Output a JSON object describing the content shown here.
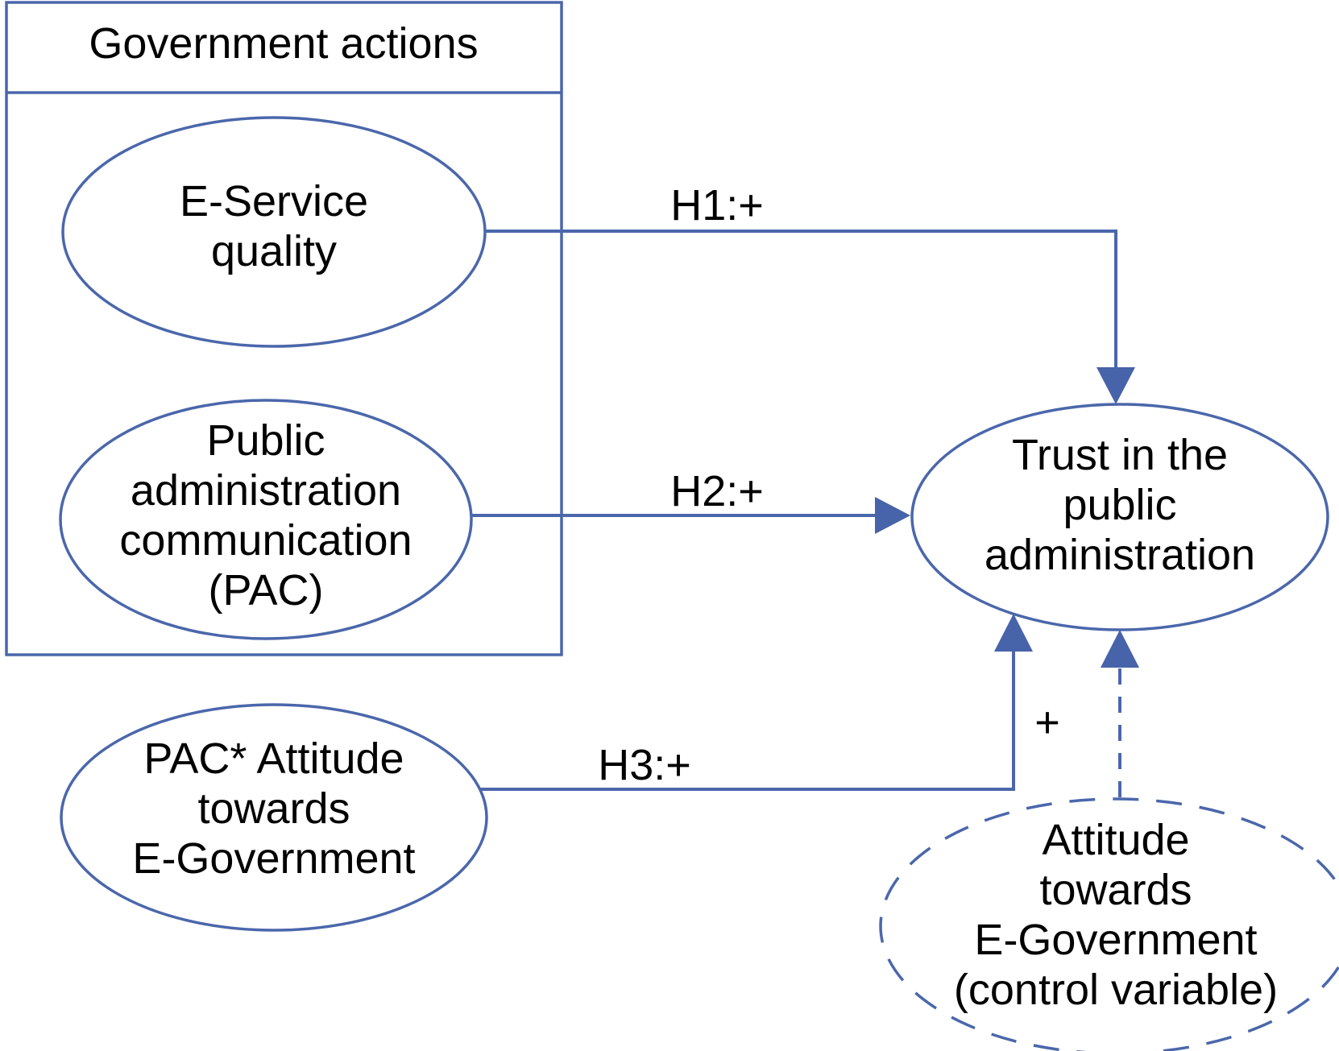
{
  "colors": {
    "line": "#4b67ab",
    "arrow_fill": "#4763a9",
    "text": "#000000",
    "muted_text": "#808080",
    "background": "#ffffff"
  },
  "group_box": {
    "title": "Government actions"
  },
  "nodes": {
    "eservice": {
      "lines": [
        "E-Service",
        "quality"
      ]
    },
    "pac": {
      "lines": [
        "Public",
        "administration",
        "communication",
        "(PAC)"
      ]
    },
    "pac_attitude": {
      "lines": [
        "PAC* Attitude",
        "towards",
        "E-Government"
      ]
    },
    "trust": {
      "lines": [
        "Trust in the",
        "public",
        "administration"
      ]
    },
    "attitude_control": {
      "lines": [
        "Attitude",
        "towards",
        "E-Government"
      ],
      "note": "(control variable)"
    }
  },
  "edges": {
    "h1": {
      "label": "H1:+",
      "sign": "positive",
      "style": "solid"
    },
    "h2": {
      "label": "H2:+",
      "sign": "positive",
      "style": "solid"
    },
    "h3": {
      "label": "H3:+",
      "sign": "positive",
      "style": "solid"
    },
    "control": {
      "label": "+",
      "sign": "positive",
      "style": "dashed"
    }
  }
}
